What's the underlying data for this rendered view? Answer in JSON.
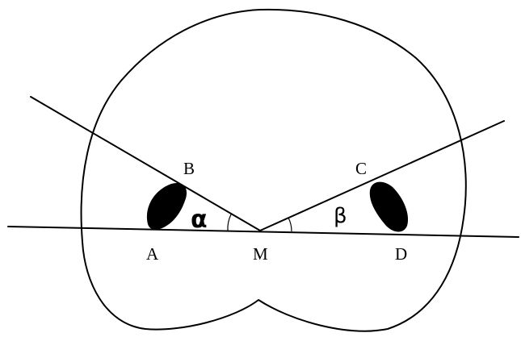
{
  "labels": {
    "A": "A",
    "B": "B",
    "C": "C",
    "D": "D",
    "M": "M",
    "alpha": "α",
    "beta": "β"
  }
}
